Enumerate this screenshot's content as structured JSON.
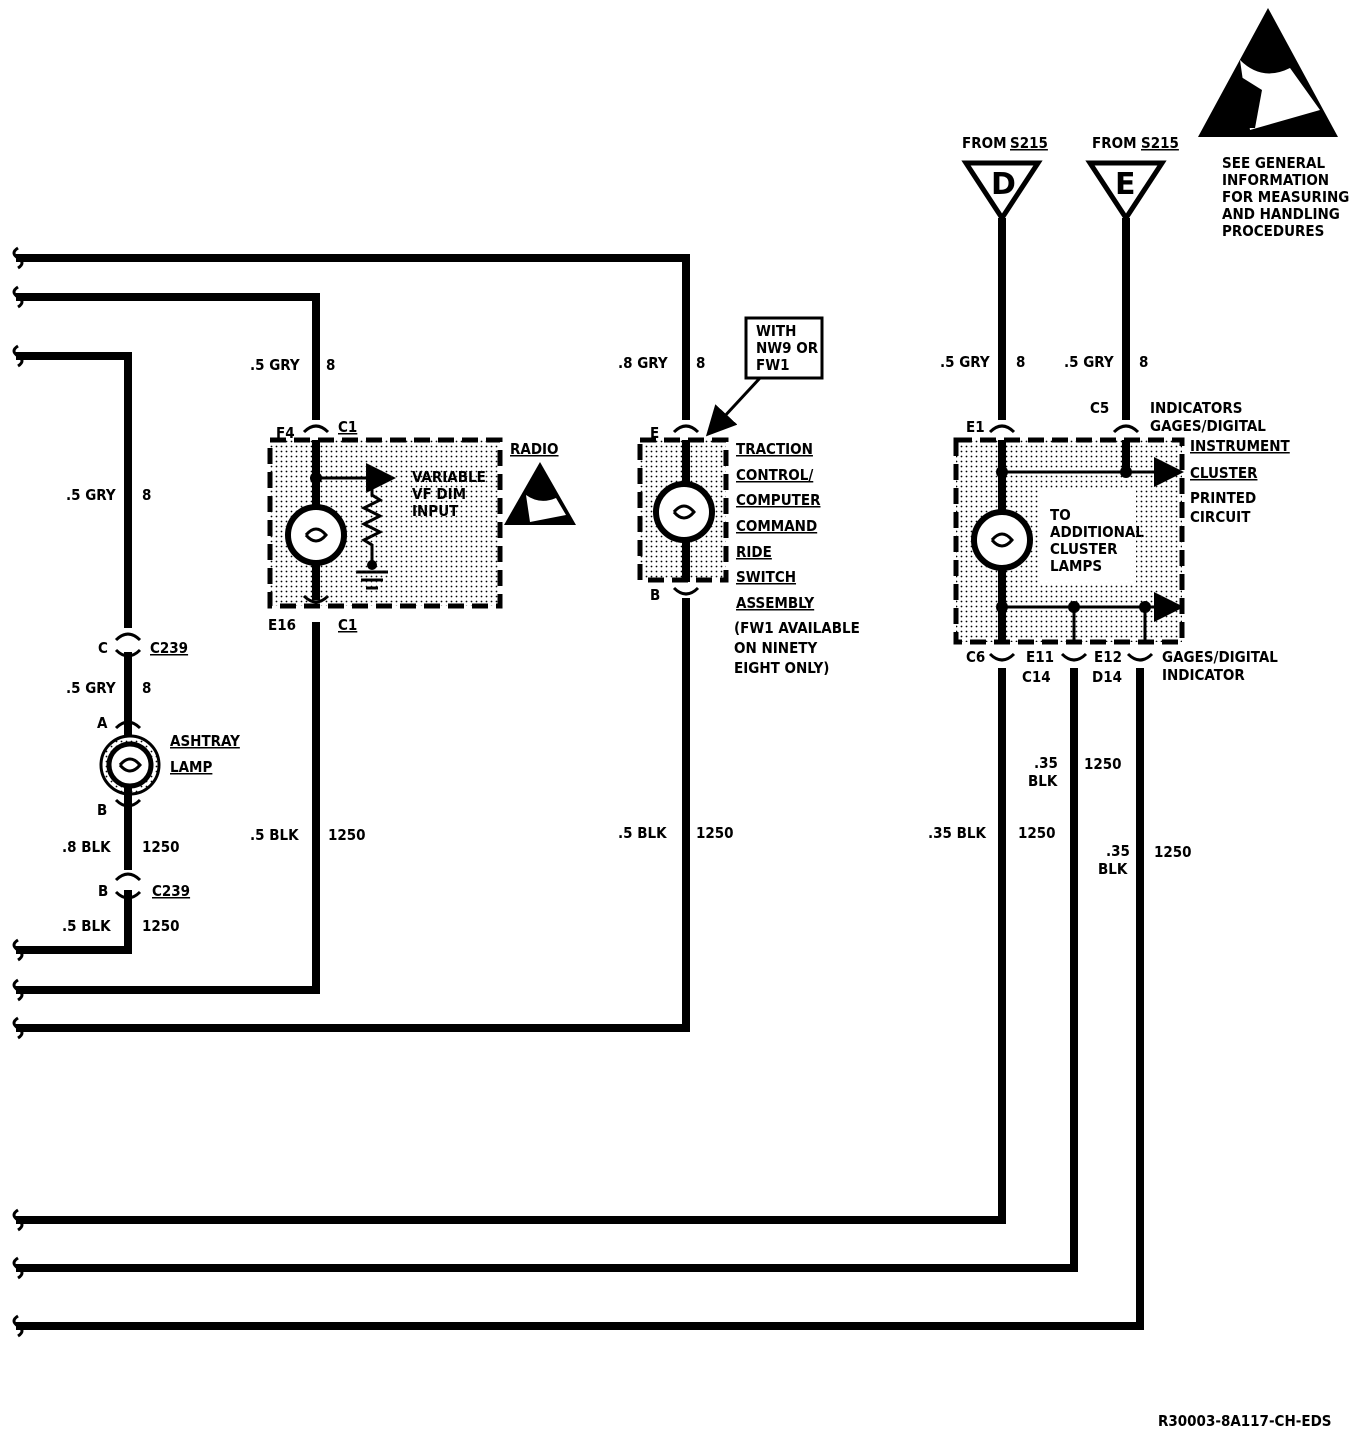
{
  "esd_note": [
    "SEE GENERAL",
    "INFORMATION",
    "FOR MEASURING",
    "AND HANDLING",
    "PROCEDURES"
  ],
  "from_d": "FROM",
  "from_d_splice": "S215",
  "terminal_d": "D",
  "from_e": "FROM",
  "from_e_splice": "S215",
  "terminal_e": "E",
  "wires": {
    "ash_top": ".5  GRY",
    "ash_top_ckt": "8",
    "ash_mid": ".5  GRY",
    "ash_mid_ckt": "8",
    "ash_bot1": ".8  BLK",
    "ash_bot1_ckt": "1250",
    "ash_bot2": ".5  BLK",
    "ash_bot2_ckt": "1250",
    "radio_top": ".5  GRY",
    "radio_top_ckt": "8",
    "radio_bot": ".5  BLK",
    "radio_bot_ckt": "1250",
    "tc_top": ".8  GRY",
    "tc_top_ckt": "8",
    "tc_bot": ".5  BLK",
    "tc_bot_ckt": "1250",
    "d_top": ".5  GRY",
    "d_top_ckt": "8",
    "e_top": ".5  GRY",
    "e_top_ckt": "8",
    "c6_bot": ".35  BLK",
    "c6_bot_ckt": "1250",
    "e11_bot_a": ".35",
    "e11_bot_b": "BLK",
    "e11_bot_ckt": "1250",
    "e12_bot_a": ".35",
    "e12_bot_b": "BLK",
    "e12_bot_ckt": "1250"
  },
  "ashtray": {
    "conn1_pin": "C",
    "conn1": "C239",
    "pin_a": "A",
    "pin_b": "B",
    "conn2_pin": "B",
    "conn2": "C239",
    "label1": "ASHTRAY",
    "label2": "LAMP"
  },
  "radio": {
    "pin_top": "F4",
    "conn_top": "C1",
    "pin_bot": "E16",
    "conn_bot": "C1",
    "name": "RADIO",
    "vf1": "VARIABLE",
    "vf2": "VF DIM",
    "vf3": "INPUT"
  },
  "traction": {
    "pin_top": "E",
    "pin_bot": "B",
    "option_box": [
      "WITH",
      "NW9  OR",
      "FW1"
    ],
    "name_lines": [
      "TRACTION",
      "CONTROL/",
      "COMPUTER",
      "COMMAND",
      "RIDE",
      "SWITCH",
      "ASSEMBLY"
    ],
    "note_lines": [
      "(FW1 AVAILABLE",
      "ON NINETY",
      "EIGHT ONLY)"
    ]
  },
  "cluster": {
    "pin_e1": "E1",
    "pin_c5": "C5",
    "ind1": "INDICATORS",
    "ind2": "GAGES/DIGITAL",
    "name_lines": [
      "INSTRUMENT",
      "CLUSTER"
    ],
    "pc_lines": [
      "PRINTED",
      "CIRCUIT"
    ],
    "inner_lines": [
      "TO",
      "ADDITIONAL",
      "CLUSTER",
      "LAMPS"
    ],
    "pin_c6": "C6",
    "pin_e11": "E11",
    "pin_e12": "E12",
    "pin_c14": "C14",
    "pin_d14": "D14",
    "gd1": "GAGES/DIGITAL",
    "gd2": "INDICATOR"
  },
  "doc_id": "R30003-8A117-CH-EDS"
}
